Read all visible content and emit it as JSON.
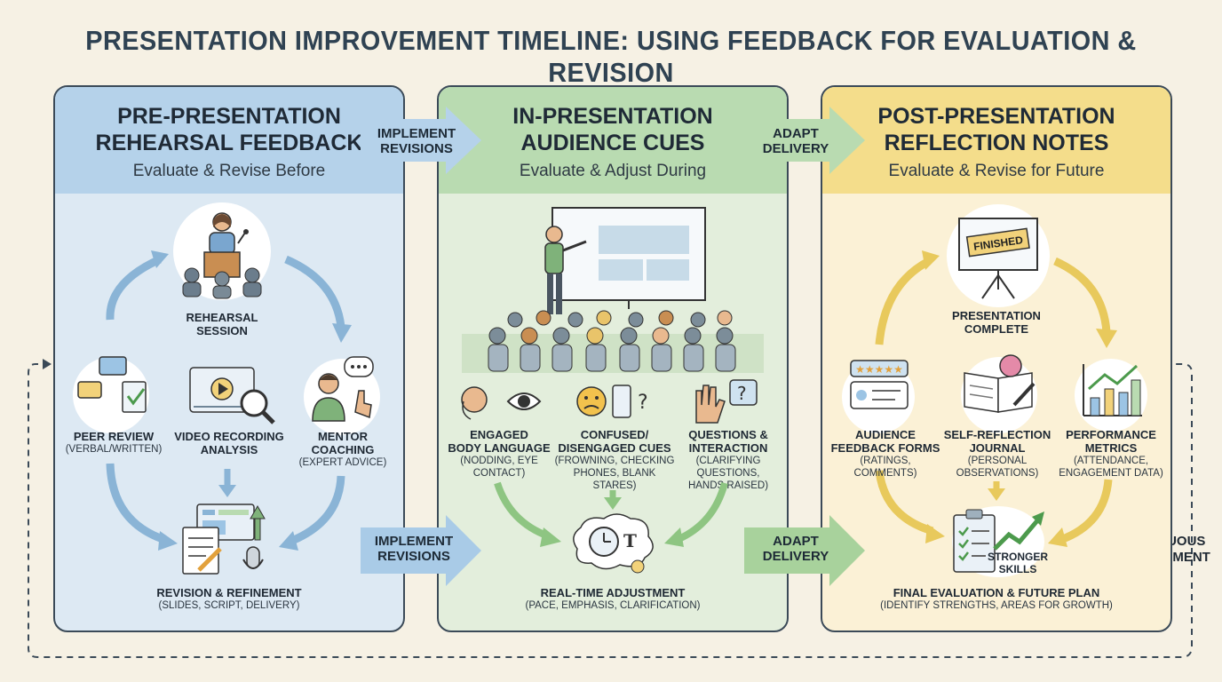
{
  "title": "PRESENTATION IMPROVEMENT TIMELINE: USING FEEDBACK FOR EVALUATION & REVISION",
  "panels": [
    {
      "title_line1": "PRE-PRESENTATION",
      "title_line2": "REHEARSAL FEEDBACK",
      "subtitle": "Evaluate & Revise Before",
      "top": {
        "label1": "REHEARSAL",
        "label2": "SESSION"
      },
      "left": {
        "label": "PEER REVIEW",
        "sub": "(VERBAL/WRITTEN)"
      },
      "center": {
        "label1": "VIDEO RECORDING",
        "label2": "ANALYSIS"
      },
      "right": {
        "label": "MENTOR",
        "label2": "COACHING",
        "sub": "(EXPERT ADVICE)"
      },
      "bottom": {
        "label": "REVISION & REFINEMENT",
        "sub": "(SLIDES, SCRIPT, DELIVERY)"
      }
    },
    {
      "title_line1": "IN-PRESENTATION",
      "title_line2": "AUDIENCE CUES",
      "subtitle": "Evaluate & Adjust During",
      "left": {
        "label1": "ENGAGED",
        "label2": "BODY LANGUAGE",
        "sub1": "(NODDING, EYE",
        "sub2": "CONTACT)"
      },
      "center": {
        "label1": "CONFUSED/",
        "label2": "DISENGAGED CUES",
        "sub1": "(FROWNING, CHECKING",
        "sub2": "PHONES, BLANK STARES)"
      },
      "right": {
        "label1": "QUESTIONS &",
        "label2": "INTERACTION",
        "sub1": "(CLARIFYING QUESTIONS,",
        "sub2": "HANDS RAISED)"
      },
      "bottom": {
        "label": "REAL-TIME ADJUSTMENT",
        "sub": "(PACE, EMPHASIS, CLARIFICATION)"
      }
    },
    {
      "title_line1": "POST-PRESENTATION",
      "title_line2": "REFLECTION NOTES",
      "subtitle": "Evaluate & Revise for Future",
      "top": {
        "label1": "PRESENTATION",
        "label2": "COMPLETE",
        "sign": "FINISHED"
      },
      "left": {
        "label1": "AUDIENCE",
        "label2": "FEEDBACK FORMS",
        "sub1": "(RATINGS, COMMENTS)"
      },
      "center": {
        "label1": "SELF-REFLECTION",
        "label2": "JOURNAL",
        "sub1": "(PERSONAL",
        "sub2": "OBSERVATIONS)"
      },
      "right": {
        "label1": "PERFORMANCE",
        "label2": "METRICS",
        "sub1": "(ATTENDANCE,",
        "sub2": "ENGAGEMENT DATA)"
      },
      "badge": {
        "line1": "STRONGER",
        "line2": "SKILLS"
      },
      "bottom": {
        "label": "FINAL EVALUATION & FUTURE PLAN",
        "sub": "(IDENTIFY STRENGTHS, AREAS FOR GROWTH)"
      }
    }
  ],
  "connectors": {
    "top1": {
      "line1": "IMPLEMENT",
      "line2": "REVISIONS"
    },
    "top2": {
      "line1": "ADAPT",
      "line2": "DELIVERY"
    },
    "bot1": {
      "line1": "IMPLEMENT",
      "line2": "REVISIONS"
    },
    "bot2": {
      "line1": "ADAPT",
      "line2": "DELIVERY"
    }
  },
  "loop": {
    "line1": "CONTINUOUS",
    "line2": "IMPROVEMENT"
  },
  "colors": {
    "blue": "#b5d2ea",
    "green": "#b9dbb1",
    "yellow": "#f4dd8b",
    "arrow_blue": "#8ab4d6",
    "arrow_green": "#8ec582",
    "arrow_yellow": "#e8c95c"
  }
}
